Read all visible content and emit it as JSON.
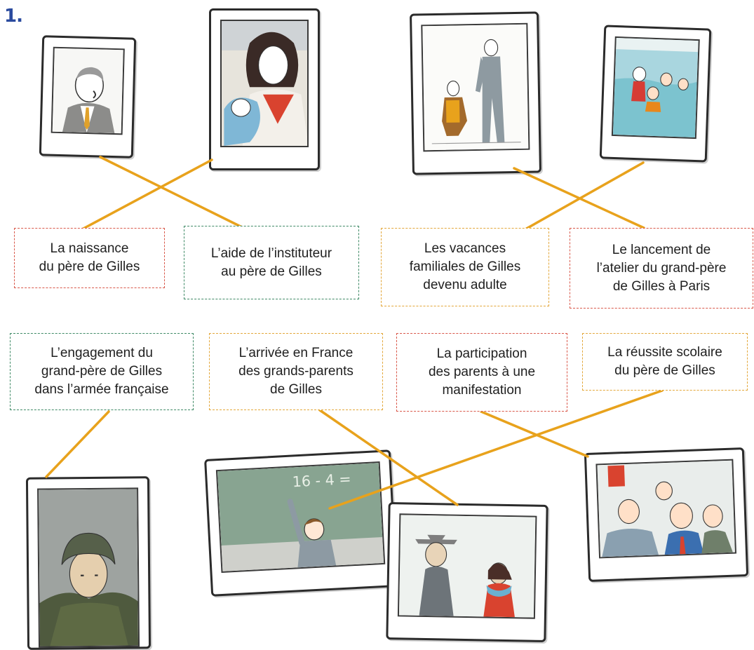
{
  "exercise_number": "1.",
  "line_color": "#e8a21c",
  "labels": [
    {
      "id": "naissance",
      "lines": [
        "La naissance",
        "du père de Gilles"
      ],
      "border": "red"
    },
    {
      "id": "aide",
      "lines": [
        "L’aide de l’instituteur",
        "au père de Gilles"
      ],
      "border": "green"
    },
    {
      "id": "vacances",
      "lines": [
        "Les vacances",
        "familiales de Gilles",
        "devenu adulte"
      ],
      "border": "orange"
    },
    {
      "id": "lancement",
      "lines": [
        "Le lancement de",
        "l’atelier du grand-père",
        "de Gilles à Paris"
      ],
      "border": "red"
    },
    {
      "id": "engagement",
      "lines": [
        "L’engagement du",
        "grand-père de Gilles",
        "dans l’armée française"
      ],
      "border": "green"
    },
    {
      "id": "arrivee",
      "lines": [
        "L’arrivée en France",
        "des grands-parents",
        "de Gilles"
      ],
      "border": "orange"
    },
    {
      "id": "participation",
      "lines": [
        "La participation",
        "des parents à une",
        "manifestation"
      ],
      "border": "red"
    },
    {
      "id": "reussite",
      "lines": [
        "La réussite scolaire",
        "du père de Gilles"
      ],
      "border": "orange"
    }
  ],
  "photos": [
    {
      "id": "photo-man-suit",
      "subject": "grandfather-in-suit"
    },
    {
      "id": "photo-mother-baby",
      "subject": "mother-holding-baby"
    },
    {
      "id": "photo-workshop",
      "subject": "workers-in-workshop"
    },
    {
      "id": "photo-beach",
      "subject": "family-at-sea"
    },
    {
      "id": "photo-soldier",
      "subject": "soldier-helmet"
    },
    {
      "id": "photo-blackboard",
      "subject": "boy-at-blackboard"
    },
    {
      "id": "photo-couple",
      "subject": "couple-arriving"
    },
    {
      "id": "photo-protest",
      "subject": "crowd-demonstration"
    }
  ]
}
